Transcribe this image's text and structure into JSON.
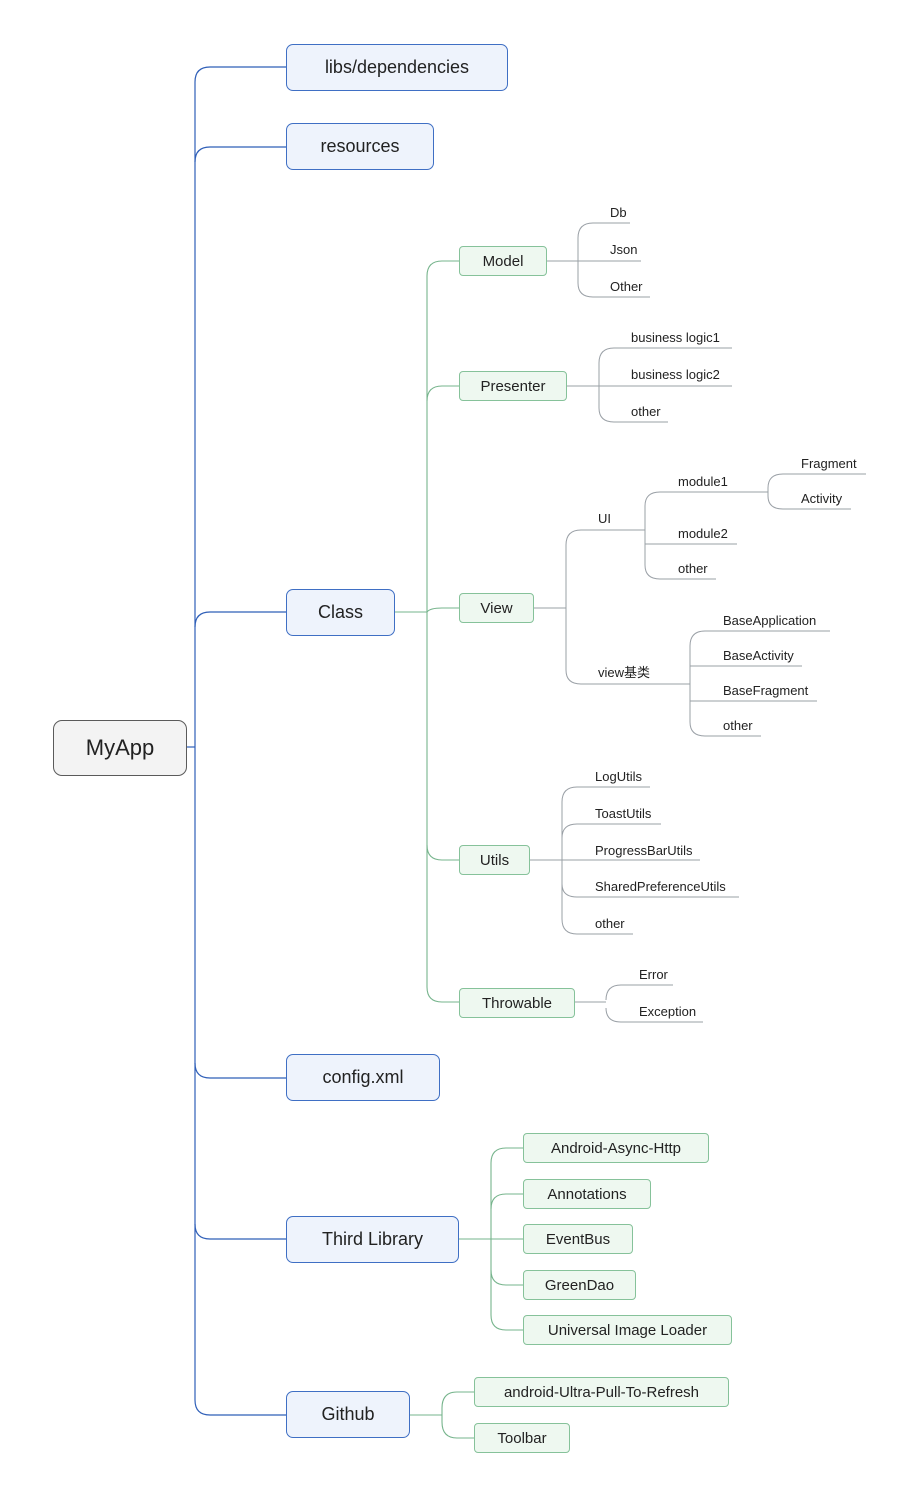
{
  "root": "MyApp",
  "main": {
    "libs": "libs/dependencies",
    "resources": "resources",
    "class": "Class",
    "config": "config.xml",
    "third": "Third Library",
    "github": "Github"
  },
  "class_children": {
    "model": {
      "label": "Model",
      "items": [
        "Db",
        "Json",
        "Other"
      ]
    },
    "presenter": {
      "label": "Presenter",
      "items": [
        "business logic1",
        "business logic2",
        "other"
      ]
    },
    "view": {
      "label": "View",
      "ui": {
        "label": "UI",
        "module1": {
          "label": "module1",
          "items": [
            "Fragment",
            "Activity"
          ]
        },
        "module2": "module2",
        "other": "other"
      },
      "base": {
        "label": "view基类",
        "items": [
          "BaseApplication",
          "BaseActivity",
          "BaseFragment",
          "other"
        ]
      }
    },
    "utils": {
      "label": "Utils",
      "items": [
        "LogUtils",
        "ToastUtils",
        "ProgressBarUtils",
        "SharedPreferenceUtils",
        "other"
      ]
    },
    "throwable": {
      "label": "Throwable",
      "items": [
        "Error",
        "Exception"
      ]
    }
  },
  "third_children": [
    "Android-Async-Http",
    "Annotations",
    "EventBus",
    "GreenDao",
    "Universal Image Loader"
  ],
  "github_children": [
    "android-Ultra-Pull-To-Refresh",
    "Toolbar"
  ],
  "colors": {
    "main_line": "#2f5fb8",
    "sub_line": "#76b48c",
    "leaf_line": "#9aa0a6"
  }
}
